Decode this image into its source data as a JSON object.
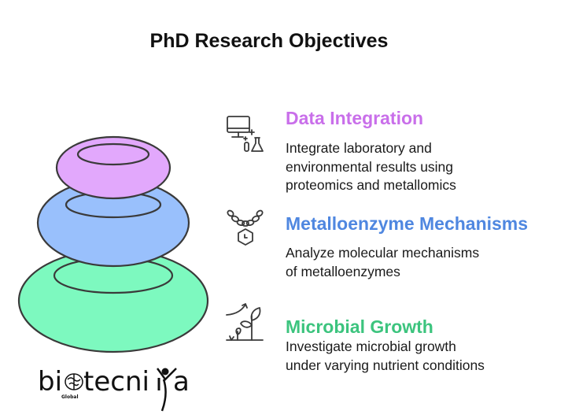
{
  "title": "PhD Research Objectives",
  "colors": {
    "purple": "#C96FEA",
    "blue": "#4F87E0",
    "green": "#3CC47E",
    "torus_top": "#E2A8FC",
    "torus_middle": "#99C0FC",
    "torus_bottom": "#7DF9BF",
    "outline": "#3a3a3a"
  },
  "objectives": [
    {
      "icon": "computer-lab-flask-icon",
      "title": "Data Integration",
      "description": "Integrate laboratory and\nenvironmental results using\nproteomics and metallomics"
    },
    {
      "icon": "chain-hexagon-molecule-icon",
      "title": "Metalloenzyme Mechanisms",
      "description": "Analyze molecular mechanisms\nof metalloenzymes"
    },
    {
      "icon": "plant-growth-arrow-icon",
      "title": "Microbial Growth",
      "description": "Investigate microbial growth\nunder varying nutrient conditions"
    }
  ],
  "logo": {
    "text_left": "bi",
    "text_right": "tecni",
    "text_end": "a",
    "subtext": "Global"
  }
}
